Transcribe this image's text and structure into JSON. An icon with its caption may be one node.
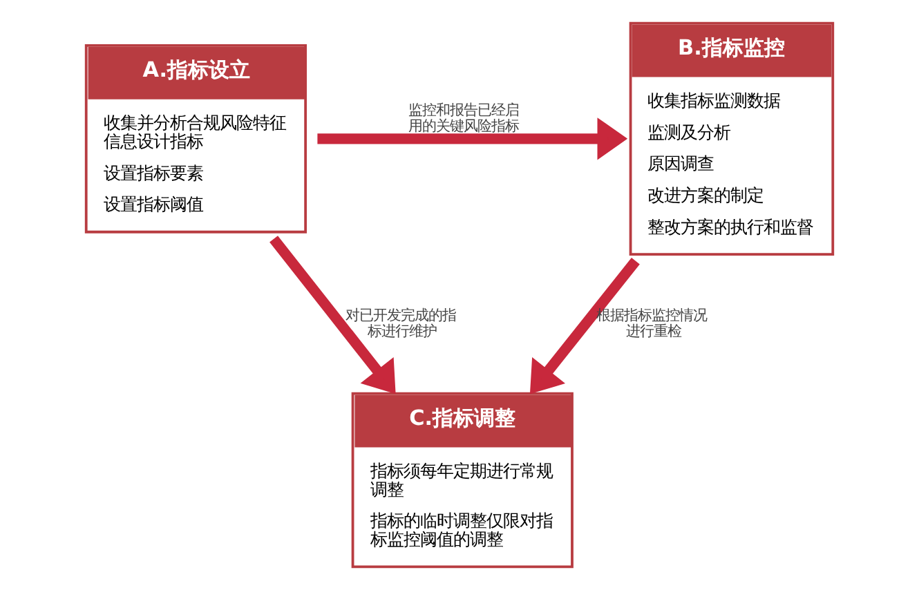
{
  "diagram": {
    "nodes": [
      {
        "text": [
          "A.指标设立",
          "收集并分析合规风险特征信息设计指标",
          "设置指标要素",
          "设置指标阈值"
        ]
      },
      {
        "text": [
          "B.指标监控",
          "收集指标监测数据",
          "监测及分析",
          "原因调查",
          "改进方案的制定",
          "整改方案的执行和监督"
        ]
      },
      {
        "text": [
          "C.指标调整",
          "指标须每年定期进行常规调整",
          "指标的临时调整仅限对指标监控阈值的调整"
        ]
      }
    ],
    "edges": [
      {
        "from": 0,
        "to": 1,
        "arrow": "to",
        "label": "监控和报告已经启用的关键风险指标"
      },
      {
        "from": 0,
        "to": 2,
        "arrow": "to",
        "label": "对已开发完成的指标进行维护"
      },
      {
        "from": 1,
        "to": 2,
        "arrow": "to",
        "label": "根据指标监控情况进行重检"
      }
    ]
  }
}
